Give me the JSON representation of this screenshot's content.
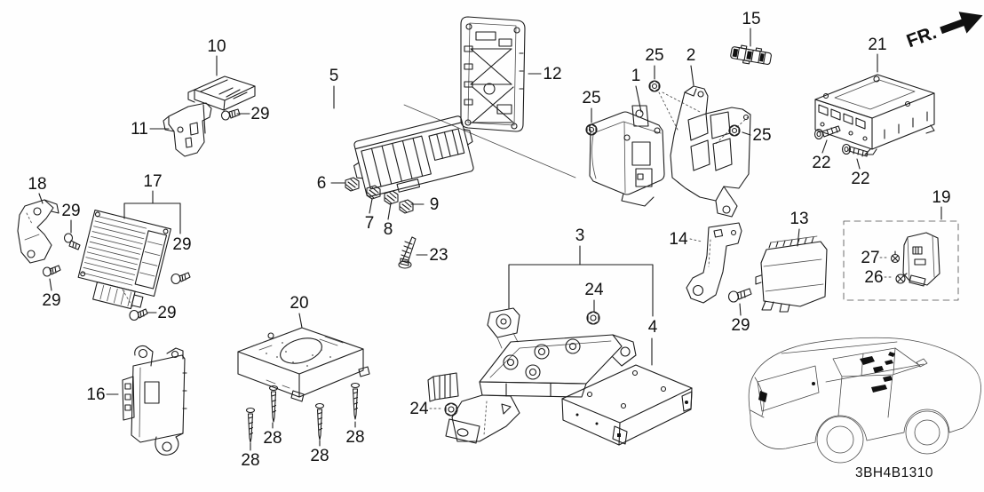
{
  "diagram": {
    "code": "3BH4B1310",
    "direction_indicator": "FR."
  },
  "callouts": [
    {
      "label": "10"
    },
    {
      "label": "11"
    },
    {
      "label": "29"
    },
    {
      "label": "5"
    },
    {
      "label": "12"
    },
    {
      "label": "6"
    },
    {
      "label": "7"
    },
    {
      "label": "8"
    },
    {
      "label": "9"
    },
    {
      "label": "23"
    },
    {
      "label": "1"
    },
    {
      "label": "25"
    },
    {
      "label": "25"
    },
    {
      "label": "2"
    },
    {
      "label": "25"
    },
    {
      "label": "15"
    },
    {
      "label": "21"
    },
    {
      "label": "22"
    },
    {
      "label": "22"
    },
    {
      "label": "18"
    },
    {
      "label": "29"
    },
    {
      "label": "17"
    },
    {
      "label": "29"
    },
    {
      "label": "29"
    },
    {
      "label": "29"
    },
    {
      "label": "16"
    },
    {
      "label": "20"
    },
    {
      "label": "28"
    },
    {
      "label": "28"
    },
    {
      "label": "28"
    },
    {
      "label": "28"
    },
    {
      "label": "3"
    },
    {
      "label": "24"
    },
    {
      "label": "24"
    },
    {
      "label": "4"
    },
    {
      "label": "13"
    },
    {
      "label": "14"
    },
    {
      "label": "29"
    },
    {
      "label": "19"
    },
    {
      "label": "27"
    },
    {
      "label": "26"
    }
  ]
}
